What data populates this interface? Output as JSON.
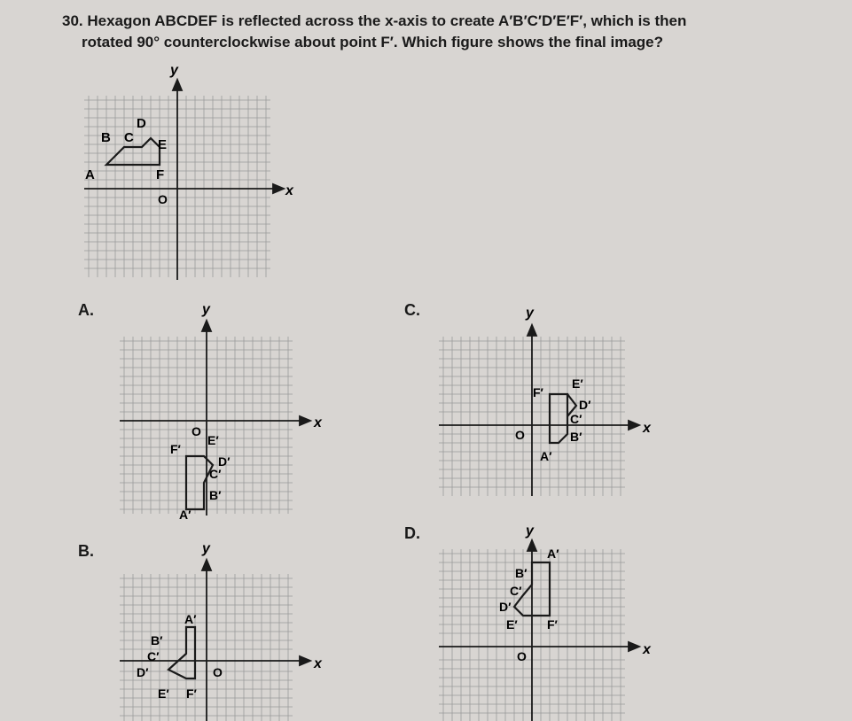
{
  "question": {
    "number": "30.",
    "line1": "Hexagon ABCDEF is reflected across the x-axis to create A′B′C′D′E′F′, which is then",
    "line2": "rotated 90° counterclockwise about point F′. Which figure shows the final image?"
  },
  "axis_labels": {
    "x": "x",
    "y": "y",
    "origin": "O"
  },
  "original": {
    "labels": {
      "A": "A",
      "B": "B",
      "C": "C",
      "D": "D",
      "E": "E",
      "F": "F"
    }
  },
  "choices": [
    {
      "letter": "A.",
      "labels": {
        "A": "A′",
        "B": "B′",
        "C": "C′",
        "D": "D′",
        "E": "E′",
        "F": "F′"
      }
    },
    {
      "letter": "B.",
      "labels": {
        "A": "A′",
        "B": "B′",
        "C": "C′",
        "D": "D′",
        "E": "E′",
        "F": "F′"
      }
    },
    {
      "letter": "C.",
      "labels": {
        "A": "A′",
        "B": "B′",
        "C": "C′",
        "D": "D′",
        "E": "E′",
        "F": "F′"
      }
    },
    {
      "letter": "D.",
      "labels": {
        "A": "A′",
        "B": "B′",
        "C": "C′",
        "D": "D′",
        "E": "E′",
        "F": "F′"
      }
    }
  ],
  "colors": {
    "grid": "#9a9a9a",
    "ink": "#1a1a1a",
    "paper": "#d8d5d2"
  }
}
